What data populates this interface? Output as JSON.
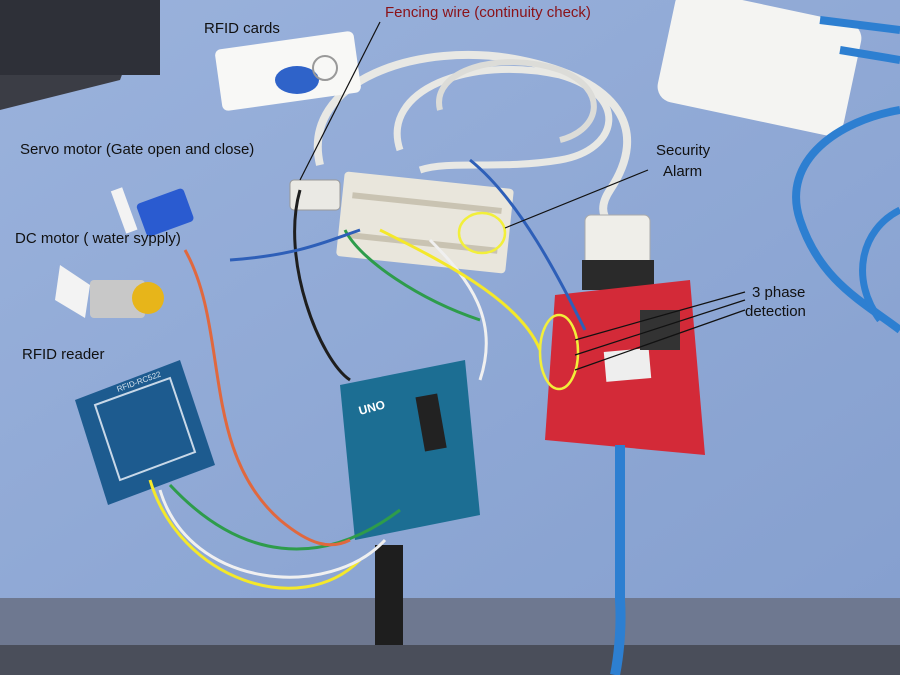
{
  "labels": {
    "rfid_cards": "RFID cards",
    "fencing_wire": "Fencing wire (continuity check)",
    "servo_motor": "Servo motor (Gate open and close)",
    "security_alarm_line1": "Security",
    "security_alarm_line2": "Alarm",
    "dc_motor": "DC motor ( water sypply)",
    "three_phase_line1": "3 phase",
    "three_phase_line2": "detection",
    "rfid_reader": "RFID reader"
  },
  "board_text": {
    "rfid_module": "RFID-RC522",
    "arduino_logo": "UNO"
  },
  "colors": {
    "table": "#8fa9d6",
    "accent_label": "#8a1218",
    "highlight_circle": "#f2ef3a"
  }
}
